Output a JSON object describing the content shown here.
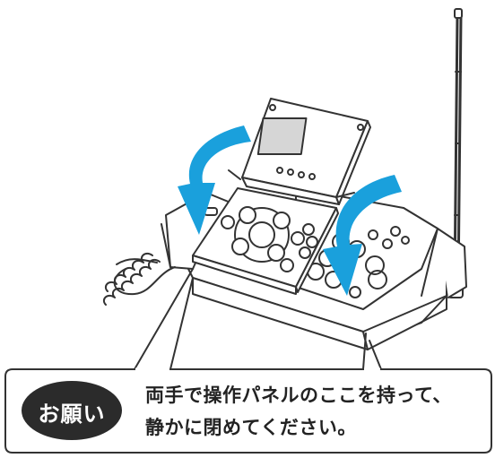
{
  "badge": {
    "label": "お願い",
    "color": "#2b2b2b"
  },
  "instruction": {
    "line1": "両手で操作パネルのここを持って、",
    "line2": "静かに閉めてください。"
  },
  "colors": {
    "arrow": "#1aa0dc",
    "outline": "#333333",
    "screen": "#d6d6d6"
  },
  "icons": [
    "fax-machine-icon",
    "handset-icon",
    "antenna-icon",
    "close-arrow-icon"
  ]
}
